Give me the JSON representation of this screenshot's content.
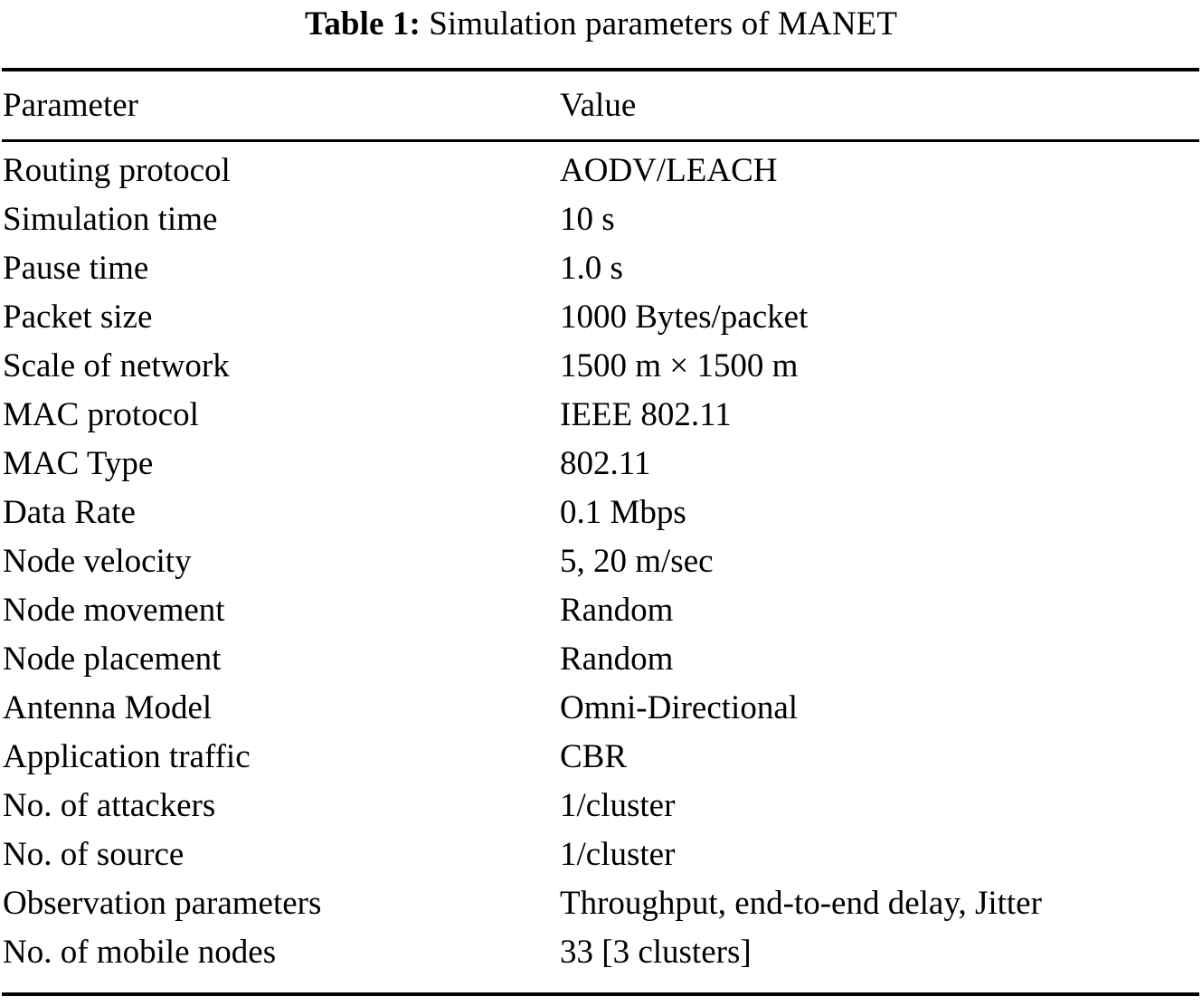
{
  "caption": {
    "label": "Table 1:",
    "text": "Simulation parameters of MANET"
  },
  "table": {
    "columns": [
      "Parameter",
      "Value"
    ],
    "rows": [
      {
        "parameter": "Routing protocol",
        "value": "AODV/LEACH"
      },
      {
        "parameter": "Simulation time",
        "value": "10 s"
      },
      {
        "parameter": "Pause time",
        "value": "1.0 s"
      },
      {
        "parameter": "Packet size",
        "value": "1000 Bytes/packet"
      },
      {
        "parameter": "Scale of network",
        "value": "1500 m × 1500 m"
      },
      {
        "parameter": "MAC protocol",
        "value": "IEEE 802.11"
      },
      {
        "parameter": "MAC Type",
        "value": "802.11"
      },
      {
        "parameter": "Data Rate",
        "value": "0.1 Mbps"
      },
      {
        "parameter": "Node velocity",
        "value": "5, 20 m/sec"
      },
      {
        "parameter": "Node movement",
        "value": "Random"
      },
      {
        "parameter": "Node placement",
        "value": "Random"
      },
      {
        "parameter": "Antenna Model",
        "value": "Omni-Directional"
      },
      {
        "parameter": "Application traffic",
        "value": "CBR"
      },
      {
        "parameter": "No. of attackers",
        "value": "1/cluster"
      },
      {
        "parameter": "No. of source",
        "value": "1/cluster"
      },
      {
        "parameter": "Observation parameters",
        "value": "Throughput, end-to-end delay, Jitter"
      },
      {
        "parameter": "No. of mobile nodes",
        "value": "33 [3 clusters]"
      }
    ]
  },
  "colors": {
    "text": "#000000",
    "rule": "#000000",
    "background": "#ffffff"
  }
}
